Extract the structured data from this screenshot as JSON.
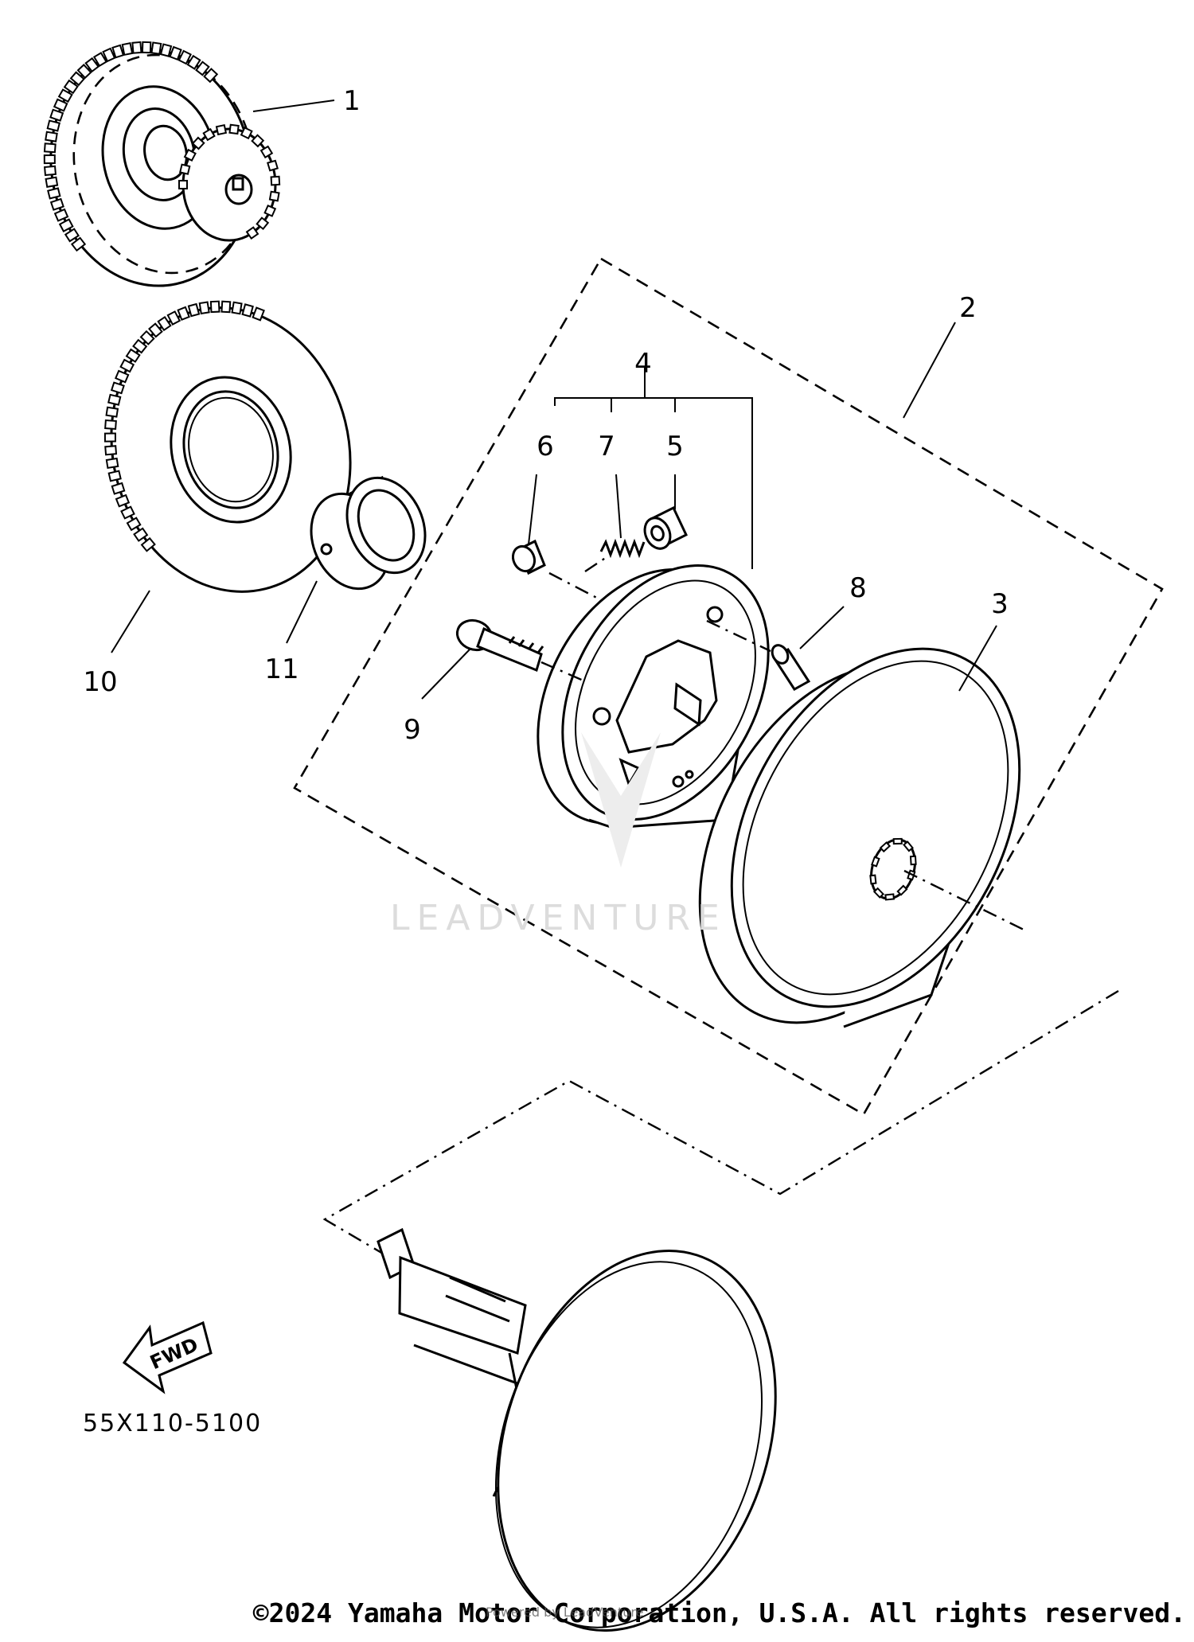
{
  "diagram": {
    "part_labels": [
      "1",
      "2",
      "3",
      "4",
      "5",
      "6",
      "7",
      "8",
      "9",
      "10",
      "11"
    ],
    "fwd_label": "FWD",
    "part_number": "55X110-5100",
    "watermark": "LEADVENTURE",
    "copyright": "©2024 Yamaha Motor Corporation, U.S.A. All rights reserved.",
    "caption": "Powered by LeadVenture"
  }
}
